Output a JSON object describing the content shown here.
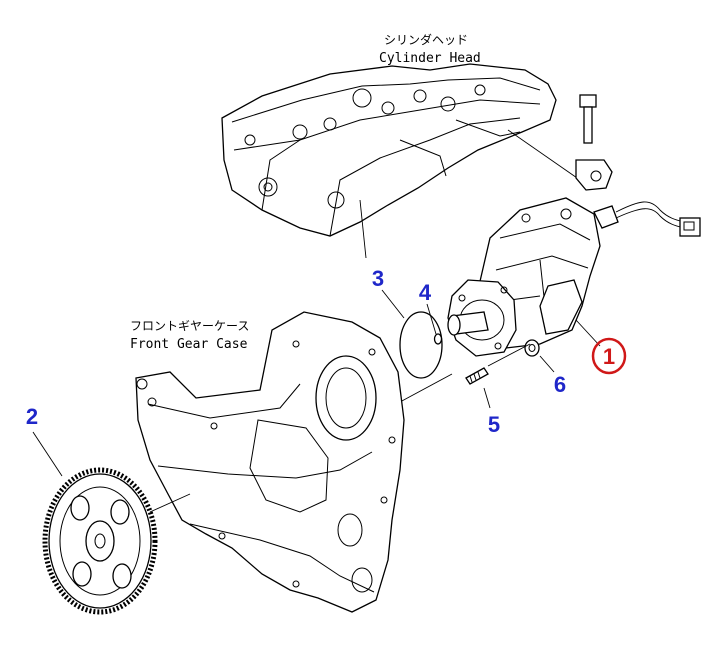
{
  "labels": {
    "cylinder_head_jp": "シリンダヘッド",
    "cylinder_head_en": "Cylinder Head",
    "front_gear_case_jp": "フロントギヤーケース",
    "front_gear_case_en": "Front Gear Case"
  },
  "callouts": {
    "p1": "1",
    "p2": "2",
    "p3": "3",
    "p4": "4",
    "p5": "5",
    "p6": "6"
  },
  "colors": {
    "callout_blue": "#1f27c9",
    "highlight_red": "#d01818"
  }
}
